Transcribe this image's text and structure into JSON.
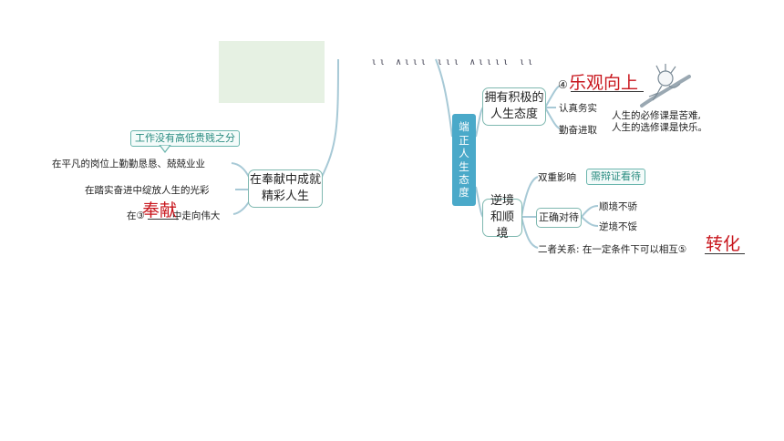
{
  "left": {
    "main_node": "在奉献中成就精彩人生",
    "callout_tag": "工作没有高低贵贱之分",
    "branch_1": "在平凡的岗位上勤勤恳恳、兢兢业业",
    "branch_2": "在踏实奋进中绽放人生的光彩",
    "branch_3_prefix": "在",
    "branch_3_circle": "③",
    "branch_3_suffix": "中走向伟大",
    "answer_3": "奉献"
  },
  "center": {
    "root_label": "端正人生态度",
    "glitch_text": " ιι ∧ιιι ιιι ∧ιιιι ιι"
  },
  "right": {
    "node_top": "拥有积极的人生态度",
    "circle_4": "④",
    "answer_4": "乐观向上",
    "leaf_1": "认真务实",
    "leaf_2": "勤奋进取",
    "quote_line1": "人生的必修课是苦难,",
    "quote_line2": "人生的选修课是快乐。",
    "node_bottom": "逆境和顺境",
    "double_effect": "双重影响",
    "dialectic_tag": "需辩证看待",
    "treat_node": "正确对待",
    "leaf_3": "顺境不骄",
    "leaf_4": "逆境不馁",
    "relation_text": "二者关系: 在一定条件下可以相互⑤",
    "answer_5": "转化"
  }
}
